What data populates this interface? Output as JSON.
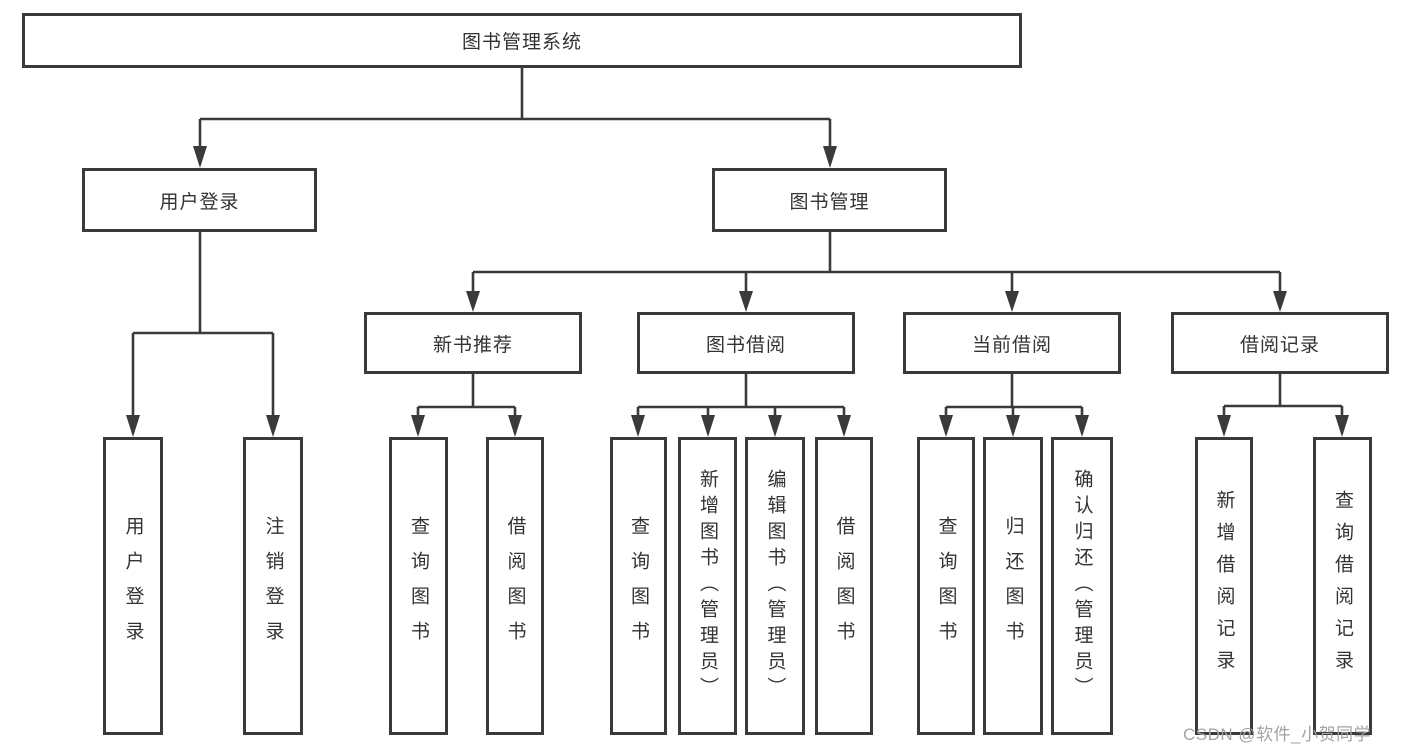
{
  "colors": {
    "line": "#3a3a3a",
    "box_border": "#3a3a3a",
    "text": "#333333",
    "background": "#ffffff",
    "watermark": "#9fa3aa"
  },
  "watermark": {
    "text": "CSDN @软件_小贺同学"
  },
  "tree": {
    "root": {
      "label": "图书管理系统"
    },
    "branches": [
      {
        "label": "用户登录",
        "children": [
          {
            "label": "用户登录"
          },
          {
            "label": "注销登录"
          }
        ]
      },
      {
        "label": "图书管理",
        "sections": [
          {
            "label": "新书推荐",
            "children": [
              {
                "label": "查询图书"
              },
              {
                "label": "借阅图书"
              }
            ]
          },
          {
            "label": "图书借阅",
            "children": [
              {
                "label": "查询图书"
              },
              {
                "label": "新增图书（管理员）"
              },
              {
                "label": "编辑图书（管理员）"
              },
              {
                "label": "借阅图书"
              }
            ]
          },
          {
            "label": "当前借阅",
            "children": [
              {
                "label": "查询图书"
              },
              {
                "label": "归还图书"
              },
              {
                "label": "确认归还（管理员）"
              }
            ]
          },
          {
            "label": "借阅记录",
            "children": [
              {
                "label": "新增借阅记录"
              },
              {
                "label": "查询借阅记录"
              }
            ]
          }
        ]
      }
    ]
  }
}
